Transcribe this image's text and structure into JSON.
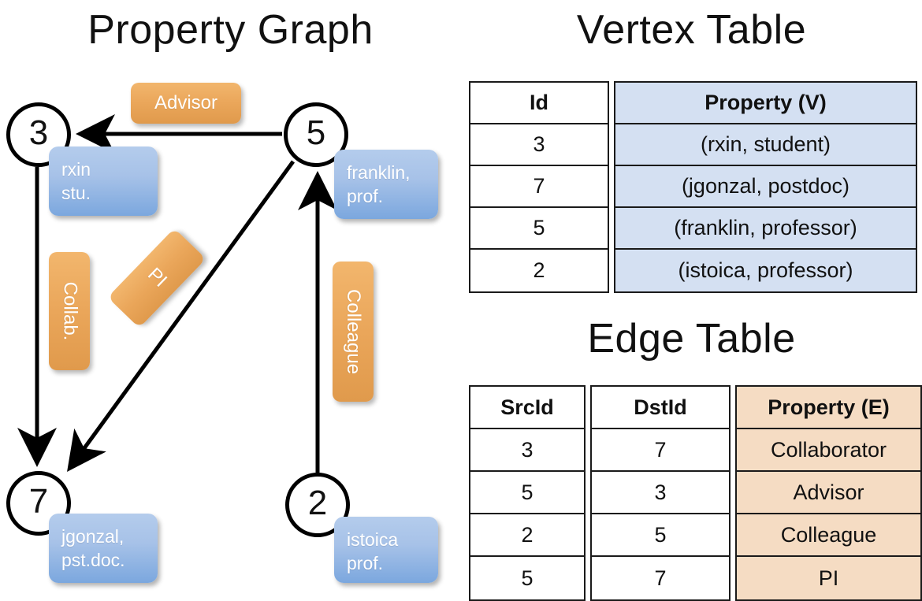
{
  "titles": {
    "property_graph": "Property Graph",
    "vertex_table": "Vertex Table",
    "edge_table": "Edge Table"
  },
  "graph": {
    "nodes": [
      {
        "id": "3",
        "property": "rxin\nstu.",
        "name": "rxin",
        "role": "stu."
      },
      {
        "id": "5",
        "property": "franklin,\nprof.",
        "name": "franklin,",
        "role": "prof."
      },
      {
        "id": "7",
        "property": "jgonzal,\npst.doc.",
        "name": "jgonzal,",
        "role": "pst.doc."
      },
      {
        "id": "2",
        "property": "istoica\nprof.",
        "name": "istoica",
        "role": "prof."
      }
    ],
    "node_labels": {
      "rxin_line1": "rxin",
      "rxin_line2": "stu.",
      "franklin_line1": "franklin,",
      "franklin_line2": "prof.",
      "jgonzal_line1": "jgonzal,",
      "jgonzal_line2": "pst.doc.",
      "istoica_line1": "istoica",
      "istoica_line2": "prof."
    },
    "edge_labels": {
      "advisor": "Advisor",
      "collab": "Collab.",
      "pi": "PI",
      "colleague": "Colleague"
    },
    "edges": [
      {
        "src": "5",
        "dst": "3",
        "label": "Advisor"
      },
      {
        "src": "3",
        "dst": "7",
        "label": "Collab."
      },
      {
        "src": "5",
        "dst": "7",
        "label": "PI"
      },
      {
        "src": "2",
        "dst": "5",
        "label": "Colleague"
      }
    ]
  },
  "vertex_table": {
    "headers": [
      "Id",
      "Property (V)"
    ],
    "rows": [
      {
        "id": "3",
        "property": "(rxin, student)"
      },
      {
        "id": "7",
        "property": "(jgonzal, postdoc)"
      },
      {
        "id": "5",
        "property": "(franklin, professor)"
      },
      {
        "id": "2",
        "property": "(istoica, professor)"
      }
    ]
  },
  "edge_table": {
    "headers": [
      "SrcId",
      "DstId",
      "Property (E)"
    ],
    "rows": [
      {
        "src": "3",
        "dst": "7",
        "property": "Collaborator"
      },
      {
        "src": "5",
        "dst": "3",
        "property": "Advisor"
      },
      {
        "src": "2",
        "dst": "5",
        "property": "Colleague"
      },
      {
        "src": "5",
        "dst": "7",
        "property": "PI"
      }
    ]
  },
  "colors": {
    "vertex_property_fill": "#d4e0f2",
    "edge_property_fill": "#f5dcc3",
    "node_box_blue": "#7ba7de",
    "edge_label_orange": "#eaa65a",
    "stroke": "#1a1a1a"
  }
}
